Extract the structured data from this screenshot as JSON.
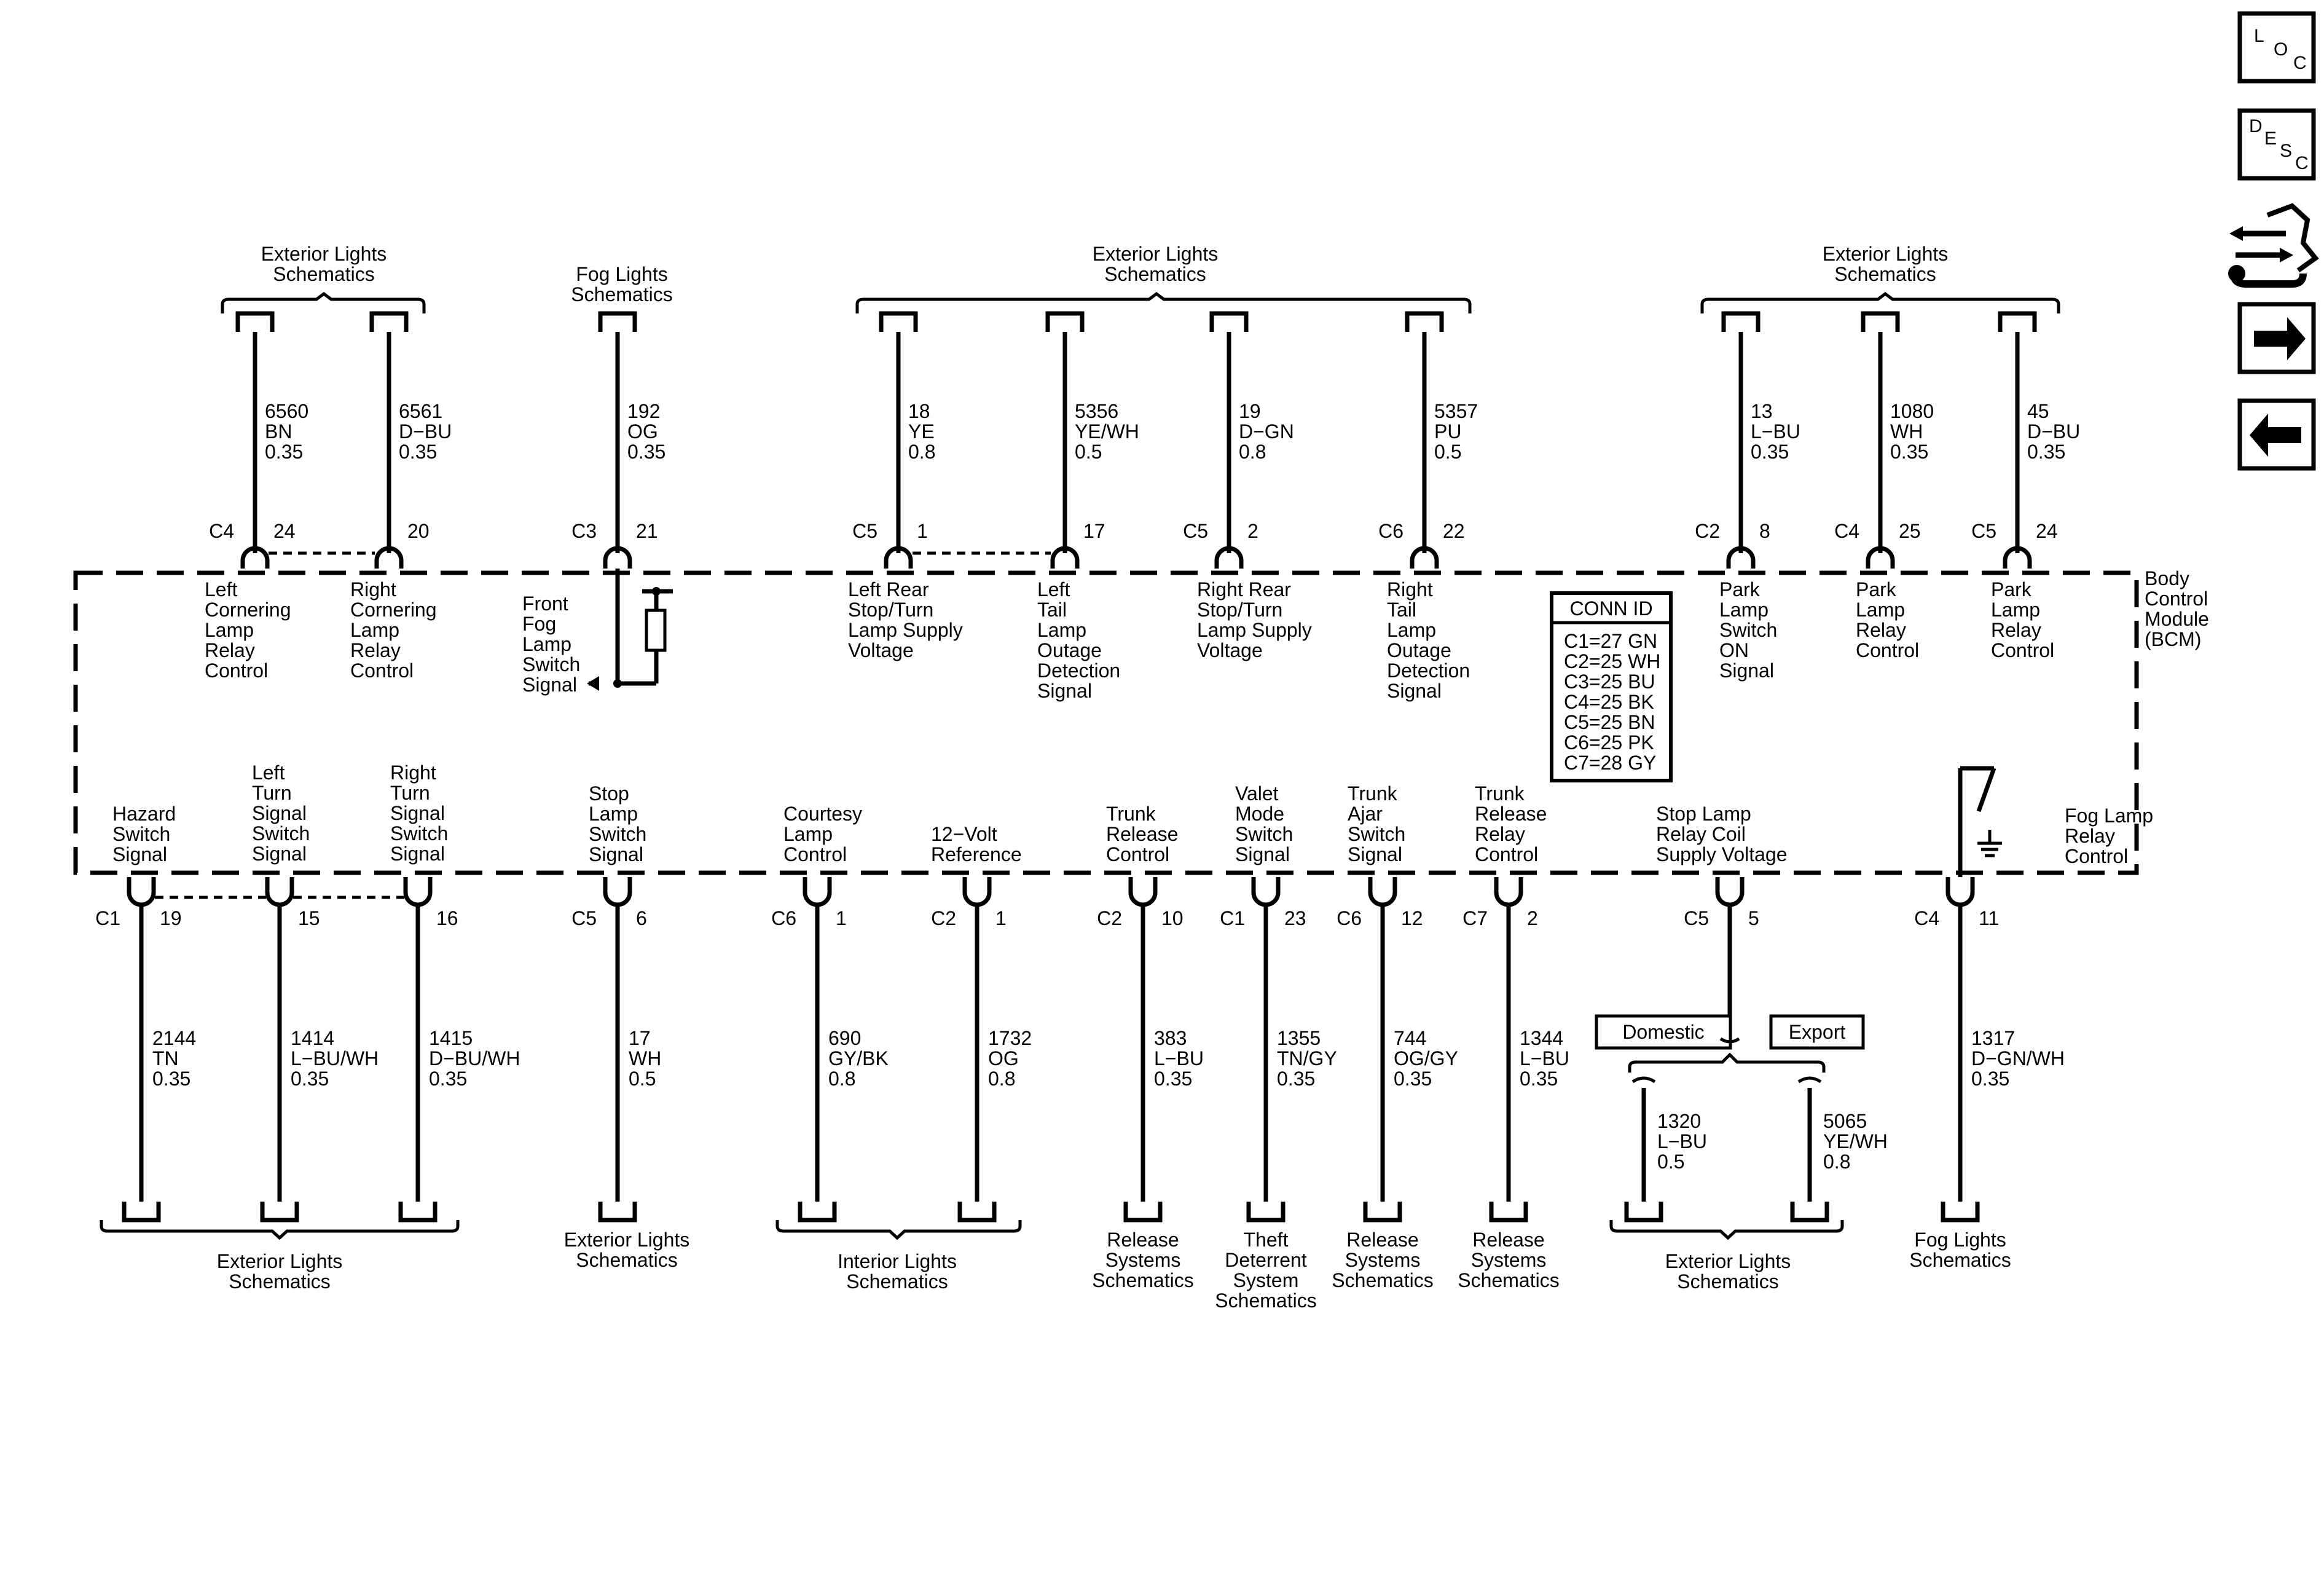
{
  "module": {
    "lines": [
      "Body",
      "Control",
      "Module",
      "(BCM)"
    ]
  },
  "conn_id": {
    "title": "CONN ID",
    "rows": [
      "C1=27 GN",
      "C2=25 WH",
      "C3=25 BU",
      "C4=25 BK",
      "C5=25 BN",
      "C6=25 PK",
      "C7=28 GY"
    ]
  },
  "nav": {
    "loc": [
      "L",
      "O",
      "C"
    ],
    "desc": [
      "D",
      "E",
      "S",
      "C"
    ]
  },
  "top_groups": [
    {
      "id": "ext-left",
      "lines": [
        "Exterior Lights",
        "Schematics"
      ]
    },
    {
      "id": "fog",
      "lines": [
        "Fog Lights",
        "Schematics"
      ]
    },
    {
      "id": "ext-mid",
      "lines": [
        "Exterior Lights",
        "Schematics"
      ]
    },
    {
      "id": "ext-right",
      "lines": [
        "Exterior Lights",
        "Schematics"
      ]
    }
  ],
  "top_circuits": [
    {
      "conn": "C4",
      "pin": "24",
      "wire": [
        "6560",
        "BN",
        "0.35"
      ],
      "func": [
        "Left",
        "Cornering",
        "Lamp",
        "Relay",
        "Control"
      ]
    },
    {
      "conn": "",
      "pin": "20",
      "wire": [
        "6561",
        "D−BU",
        "0.35"
      ],
      "func": [
        "Right",
        "Cornering",
        "Lamp",
        "Relay",
        "Control"
      ]
    },
    {
      "conn": "C3",
      "pin": "21",
      "wire": [
        "192",
        "OG",
        "0.35"
      ],
      "func": [
        "Front",
        "Fog",
        "Lamp",
        "Switch",
        "Signal"
      ]
    },
    {
      "conn": "C5",
      "pin": "1",
      "wire": [
        "18",
        "YE",
        "0.8"
      ],
      "func": [
        "Left Rear",
        "Stop/Turn",
        "Lamp Supply",
        "Voltage"
      ]
    },
    {
      "conn": "",
      "pin": "17",
      "wire": [
        "5356",
        "YE/WH",
        "0.5"
      ],
      "func": [
        "Left",
        "Tail",
        "Lamp",
        "Outage",
        "Detection",
        "Signal"
      ]
    },
    {
      "conn": "C5",
      "pin": "2",
      "wire": [
        "19",
        "D−GN",
        "0.8"
      ],
      "func": [
        "Right Rear",
        "Stop/Turn",
        "Lamp Supply",
        "Voltage"
      ]
    },
    {
      "conn": "C6",
      "pin": "22",
      "wire": [
        "5357",
        "PU",
        "0.5"
      ],
      "func": [
        "Right",
        "Tail",
        "Lamp",
        "Outage",
        "Detection",
        "Signal"
      ]
    },
    {
      "conn": "C2",
      "pin": "8",
      "wire": [
        "13",
        "L−BU",
        "0.35"
      ],
      "func": [
        "Park",
        "Lamp",
        "Switch",
        "ON",
        "Signal"
      ]
    },
    {
      "conn": "C4",
      "pin": "25",
      "wire": [
        "1080",
        "WH",
        "0.35"
      ],
      "func": [
        "Park",
        "Lamp",
        "Relay",
        "Control"
      ]
    },
    {
      "conn": "C5",
      "pin": "24",
      "wire": [
        "45",
        "D−BU",
        "0.35"
      ],
      "func": [
        "Park",
        "Lamp",
        "Relay",
        "Control"
      ]
    }
  ],
  "bottom_circuits": [
    {
      "conn": "C1",
      "pin": "19",
      "wire": [
        "2144",
        "TN",
        "0.35"
      ],
      "func": [
        "Hazard",
        "Switch",
        "Signal"
      ]
    },
    {
      "conn": "",
      "pin": "15",
      "wire": [
        "1414",
        "L−BU/WH",
        "0.35"
      ],
      "func": [
        "Left",
        "Turn",
        "Signal",
        "Switch",
        "Signal"
      ]
    },
    {
      "conn": "",
      "pin": "16",
      "wire": [
        "1415",
        "D−BU/WH",
        "0.35"
      ],
      "func": [
        "Right",
        "Turn",
        "Signal",
        "Switch",
        "Signal"
      ]
    },
    {
      "conn": "C5",
      "pin": "6",
      "wire": [
        "17",
        "WH",
        "0.5"
      ],
      "func": [
        "Stop",
        "Lamp",
        "Switch",
        "Signal"
      ]
    },
    {
      "conn": "C6",
      "pin": "1",
      "wire": [
        "690",
        "GY/BK",
        "0.8"
      ],
      "func": [
        "Courtesy",
        "Lamp",
        "Control"
      ]
    },
    {
      "conn": "C2",
      "pin": "1",
      "wire": [
        "1732",
        "OG",
        "0.8"
      ],
      "func": [
        "12−Volt",
        "Reference"
      ]
    },
    {
      "conn": "C2",
      "pin": "10",
      "wire": [
        "383",
        "L−BU",
        "0.35"
      ],
      "func": [
        "Trunk",
        "Release",
        "Control"
      ]
    },
    {
      "conn": "C1",
      "pin": "23",
      "wire": [
        "1355",
        "TN/GY",
        "0.35"
      ],
      "func": [
        "Valet",
        "Mode",
        "Switch",
        "Signal"
      ]
    },
    {
      "conn": "C6",
      "pin": "12",
      "wire": [
        "744",
        "OG/GY",
        "0.35"
      ],
      "func": [
        "Trunk",
        "Ajar",
        "Switch",
        "Signal"
      ]
    },
    {
      "conn": "C7",
      "pin": "2",
      "wire": [
        "1344",
        "L−BU",
        "0.35"
      ],
      "func": [
        "Trunk",
        "Release",
        "Relay",
        "Control"
      ]
    },
    {
      "conn": "C5",
      "pin": "5",
      "wire": [],
      "func": [
        "Stop Lamp",
        "Relay Coil",
        "Supply Voltage"
      ]
    },
    {
      "conn": "C4",
      "pin": "11",
      "wire": [
        "1317",
        "D−GN/WH",
        "0.35"
      ],
      "func": [
        "Fog Lamp",
        "Relay",
        "Control"
      ]
    }
  ],
  "stop_lamp_options": {
    "domestic": "Domestic",
    "export": "Export",
    "domestic_wire": [
      "1320",
      "L−BU",
      "0.5"
    ],
    "export_wire": [
      "5065",
      "YE/WH",
      "0.8"
    ]
  },
  "bottom_groups": [
    {
      "id": "ext-b1",
      "lines": [
        "Exterior Lights",
        "Schematics"
      ]
    },
    {
      "id": "ext-b2",
      "lines": [
        "Exterior Lights",
        "Schematics"
      ]
    },
    {
      "id": "int",
      "lines": [
        "Interior Lights",
        "Schematics"
      ]
    },
    {
      "id": "rel1",
      "lines": [
        "Release",
        "Systems",
        "Schematics"
      ]
    },
    {
      "id": "theft",
      "lines": [
        "Theft",
        "Deterrent",
        "System",
        "Schematics"
      ]
    },
    {
      "id": "rel2",
      "lines": [
        "Release",
        "Systems",
        "Schematics"
      ]
    },
    {
      "id": "rel3",
      "lines": [
        "Release",
        "Systems",
        "Schematics"
      ]
    },
    {
      "id": "ext-b3",
      "lines": [
        "Exterior Lights",
        "Schematics"
      ]
    },
    {
      "id": "fog-b",
      "lines": [
        "Fog Lights",
        "Schematics"
      ]
    }
  ]
}
